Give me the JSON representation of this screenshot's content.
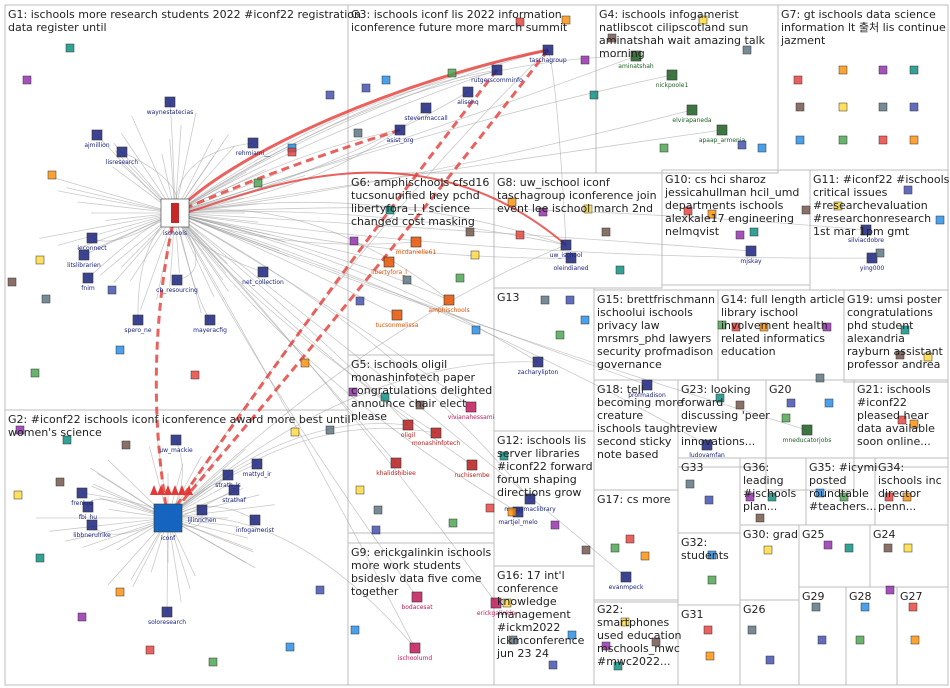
{
  "groups": [
    {
      "id": "G1",
      "title_lines": [
        "G1: ischools more research students 2022 #iconf22 registration",
        "data register until"
      ]
    },
    {
      "id": "G2",
      "title_lines": [
        "G2: #iconf22 ischools iconf iconference award more best until",
        "women's science"
      ]
    },
    {
      "id": "G3",
      "title_lines": [
        "G3: ischools iconf lis 2022 information",
        "iconference future more march summit"
      ]
    },
    {
      "id": "G4",
      "title_lines": [
        "G4: ischools infogamerist",
        "natlibscot cilipscotland sun",
        "aminatshah wait amazing talk",
        "morning"
      ]
    },
    {
      "id": "G5",
      "title_lines": [
        "G5: ischools oligil",
        "monashinfotech paper",
        "congratulations delighted",
        "announce chair elect",
        "please"
      ]
    },
    {
      "id": "G6",
      "title_lines": [
        "G6: amphischools cfsd16",
        "tucsonunified hey pchd",
        "libertyforа_l_l science",
        "changed cost masking"
      ]
    },
    {
      "id": "G7",
      "title_lines": [
        "G7: gt ischools data science",
        "information lt 출처 lis continue",
        "jazment"
      ]
    },
    {
      "id": "G8",
      "title_lines": [
        "G8: uw_ischool iconf",
        "taschagroup iconference join",
        "event lee ischool march 2nd"
      ]
    },
    {
      "id": "G9",
      "title_lines": [
        "G9: erickgalinkin ischools",
        "more work students",
        "bsideslv data five come",
        "together"
      ]
    },
    {
      "id": "G10",
      "title_lines": [
        "G10: cs hci sharoz",
        "jessicahullman hcil_umd",
        "departments ischools",
        "alexkale17 engineering",
        "nelmqvist"
      ]
    },
    {
      "id": "G11",
      "title_lines": [
        "G11: #iconf22 #ischools",
        "critical issues",
        "#researchevaluation",
        "#researchonresearch",
        "1st mar 1pm gmt"
      ]
    },
    {
      "id": "G12",
      "title_lines": [
        "G12: ischools lis",
        "server libraries",
        "#iconf22 forward",
        "forum shaping",
        "directions grow"
      ]
    },
    {
      "id": "G13",
      "title_lines": [
        "G13"
      ]
    },
    {
      "id": "G14",
      "title_lines": [
        "G14: full length article",
        "library ischool",
        "involvement health",
        "related informatics",
        "education"
      ]
    },
    {
      "id": "G15",
      "title_lines": [
        "G15: brettfrischmann",
        "ischoolui ischools",
        "privacy law",
        "mrsmrs_phd lawyers",
        "security profmadison",
        "governance"
      ]
    },
    {
      "id": "G16",
      "title_lines": [
        "G16: 17 int'l",
        "conference",
        "knowledge",
        "management",
        "#ickm2022",
        "ickmconference",
        "jun 23 24"
      ]
    },
    {
      "id": "G17",
      "title_lines": [
        "G17: cs more"
      ]
    },
    {
      "id": "G18",
      "title_lines": [
        "G18: tell",
        "becoming more",
        "creature",
        "ischools taught",
        "second sticky",
        "note based"
      ]
    },
    {
      "id": "G19",
      "title_lines": [
        "G19: umsi poster",
        "congratulations",
        "phd student",
        "alexandria",
        "rayburn assistant",
        "professor andrea"
      ]
    },
    {
      "id": "G20",
      "title_lines": [
        "G20"
      ]
    },
    {
      "id": "G21",
      "title_lines": [
        "G21: ischools",
        "#iconf22",
        "pleased hear",
        "data available",
        "soon online..."
      ]
    },
    {
      "id": "G22",
      "title_lines": [
        "G22:",
        "smartphones",
        "used education",
        "mschools_mwc",
        "#mwc2022..."
      ]
    },
    {
      "id": "G23",
      "title_lines": [
        "G23: looking",
        "forward",
        "discussing 'peer",
        "review",
        "innovations..."
      ]
    },
    {
      "id": "G24",
      "title_lines": [
        "G24"
      ]
    },
    {
      "id": "G25",
      "title_lines": [
        "G25"
      ]
    },
    {
      "id": "G26",
      "title_lines": [
        "G26"
      ]
    },
    {
      "id": "G27",
      "title_lines": [
        "G27"
      ]
    },
    {
      "id": "G28",
      "title_lines": [
        "G28"
      ]
    },
    {
      "id": "G29",
      "title_lines": [
        "G29"
      ]
    },
    {
      "id": "G30",
      "title_lines": [
        "G30: grad"
      ]
    },
    {
      "id": "G31",
      "title_lines": [
        "G31"
      ]
    },
    {
      "id": "G32",
      "title_lines": [
        "G32:",
        "students"
      ]
    },
    {
      "id": "G33",
      "title_lines": [
        "G33"
      ]
    },
    {
      "id": "G34",
      "title_lines": [
        "G34:",
        "ischools inc",
        "director",
        "penn..."
      ]
    },
    {
      "id": "G35",
      "title_lines": [
        "G35: #icymi",
        "posted",
        "roundtable",
        "#teachers..."
      ]
    },
    {
      "id": "G36",
      "title_lines": [
        "G36:",
        "leading",
        "#ischools",
        "plan..."
      ]
    }
  ],
  "nodes": [
    {
      "label": "ischools",
      "color": "#1a237e"
    },
    {
      "label": "iconf",
      "color": "#1a237e"
    },
    {
      "label": "waynestatecias",
      "color": "#1a237e"
    },
    {
      "label": "ajmillion",
      "color": "#1a237e"
    },
    {
      "label": "lisresearch",
      "color": "#1a237e"
    },
    {
      "label": "rehmiami__",
      "color": "#1a237e"
    },
    {
      "label": "ieconnect",
      "color": "#1a237e"
    },
    {
      "label": "litslibrarien",
      "color": "#1a237e"
    },
    {
      "label": "fnim",
      "color": "#1a237e"
    },
    {
      "label": "cb_resourcing",
      "color": "#1a237e"
    },
    {
      "label": "net_collection",
      "color": "#1a237e"
    },
    {
      "label": "spero_ne",
      "color": "#1a237e"
    },
    {
      "label": "mayeracfig",
      "color": "#1a237e"
    },
    {
      "label": "uw_mackie",
      "color": "#1a237e"
    },
    {
      "label": "strath_ls",
      "color": "#1a237e"
    },
    {
      "label": "strathaf",
      "color": "#1a237e"
    },
    {
      "label": "mattyd_ir",
      "color": "#1a237e"
    },
    {
      "label": "infogamerist",
      "color": "#1a237e"
    },
    {
      "label": "ljlinnchen",
      "color": "#1a237e"
    },
    {
      "label": "frenkrd",
      "color": "#1a237e"
    },
    {
      "label": "fbi_hu",
      "color": "#1a237e"
    },
    {
      "label": "libbnerulrike",
      "color": "#1a237e"
    },
    {
      "label": "soloresearch",
      "color": "#1a237e"
    },
    {
      "label": "asist_org",
      "color": "#1a237e"
    },
    {
      "label": "stevenmaccall",
      "color": "#1a237e"
    },
    {
      "label": "rutgerscomminfo",
      "color": "#1a237e"
    },
    {
      "label": "taschagroup",
      "color": "#1a237e"
    },
    {
      "label": "alisehq",
      "color": "#1a237e"
    },
    {
      "label": "aminatshah",
      "color": "#1b5e20"
    },
    {
      "label": "nickpoole1",
      "color": "#1b5e20"
    },
    {
      "label": "elvirapaneda",
      "color": "#1b5e20"
    },
    {
      "label": "apaap_armenia",
      "color": "#1b5e20"
    },
    {
      "label": "uw_ischool",
      "color": "#1a237e"
    },
    {
      "label": "oleindianed",
      "color": "#1a237e"
    },
    {
      "label": "amphischools",
      "color": "#e65100"
    },
    {
      "label": "tucsonmelissa",
      "color": "#e65100"
    },
    {
      "label": "mcdanielle61",
      "color": "#e65100"
    },
    {
      "label": "libertyfora_l",
      "color": "#e65100"
    },
    {
      "label": "zacharylipton",
      "color": "#1a237e"
    },
    {
      "label": "oligil",
      "color": "#b71c1c"
    },
    {
      "label": "monashinfotech",
      "color": "#b71c1c"
    },
    {
      "label": "khalidshibiee",
      "color": "#b71c1c"
    },
    {
      "label": "ruchisembe",
      "color": "#b71c1c"
    },
    {
      "label": "vivianahessami",
      "color": "#c2185b"
    },
    {
      "label": "mergymaclibrary",
      "color": "#1a237e"
    },
    {
      "label": "martjel_melo",
      "color": "#1a237e"
    },
    {
      "label": "bodacesat",
      "color": "#c2185b"
    },
    {
      "label": "erickgalinkin",
      "color": "#c2185b"
    },
    {
      "label": "ischoolumd",
      "color": "#c2185b"
    },
    {
      "label": "mjskay",
      "color": "#1a237e"
    },
    {
      "label": "silviacdobre",
      "color": "#1a237e"
    },
    {
      "label": "ying000",
      "color": "#1a237e"
    },
    {
      "label": "profmadison",
      "color": "#1a237e"
    },
    {
      "label": "ludovamfan",
      "color": "#1a237e"
    },
    {
      "label": "evanmpeck",
      "color": "#1a237e"
    },
    {
      "label": "mneducatorjobs",
      "color": "#1b5e20"
    }
  ]
}
